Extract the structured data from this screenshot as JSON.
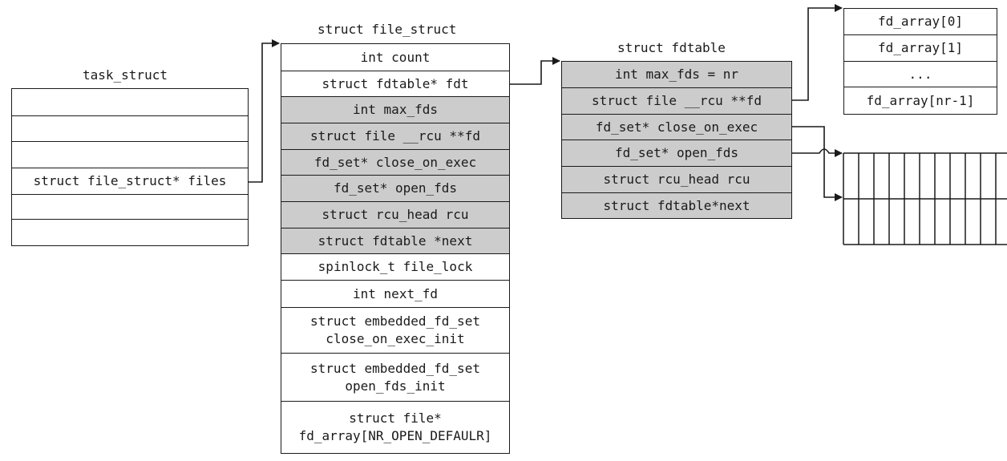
{
  "colors": {
    "line": "#1a1a1a",
    "shaded": "#cccccc",
    "background": "#ffffff"
  },
  "task_struct": {
    "title": "task_struct",
    "rows": [
      "",
      "",
      "",
      "struct file_struct* files",
      "",
      ""
    ]
  },
  "file_struct": {
    "title": "struct file_struct",
    "rows": [
      "int count",
      "struct fdtable* fdt",
      "int max_fds",
      "struct file __rcu **fd",
      "fd_set* close_on_exec",
      "fd_set* open_fds",
      "struct rcu_head rcu",
      "struct fdtable *next",
      "spinlock_t file_lock",
      "int next_fd",
      "struct embedded_fd_set\nclose_on_exec_init",
      "struct embedded_fd_set\nopen_fds_init",
      "struct file*\nfd_array[NR_OPEN_DEFAULR]"
    ]
  },
  "fdtable": {
    "title": "struct fdtable",
    "rows": [
      "int max_fds = nr",
      "struct file __rcu **fd",
      "fd_set* close_on_exec",
      "fd_set* open_fds",
      "struct rcu_head rcu",
      "struct fdtable*next"
    ]
  },
  "fd_array": {
    "rows": [
      "fd_array[0]",
      "fd_array[1]",
      "...",
      "fd_array[nr-1]"
    ]
  },
  "bitmap": {
    "columns": 11,
    "rows": 2
  }
}
